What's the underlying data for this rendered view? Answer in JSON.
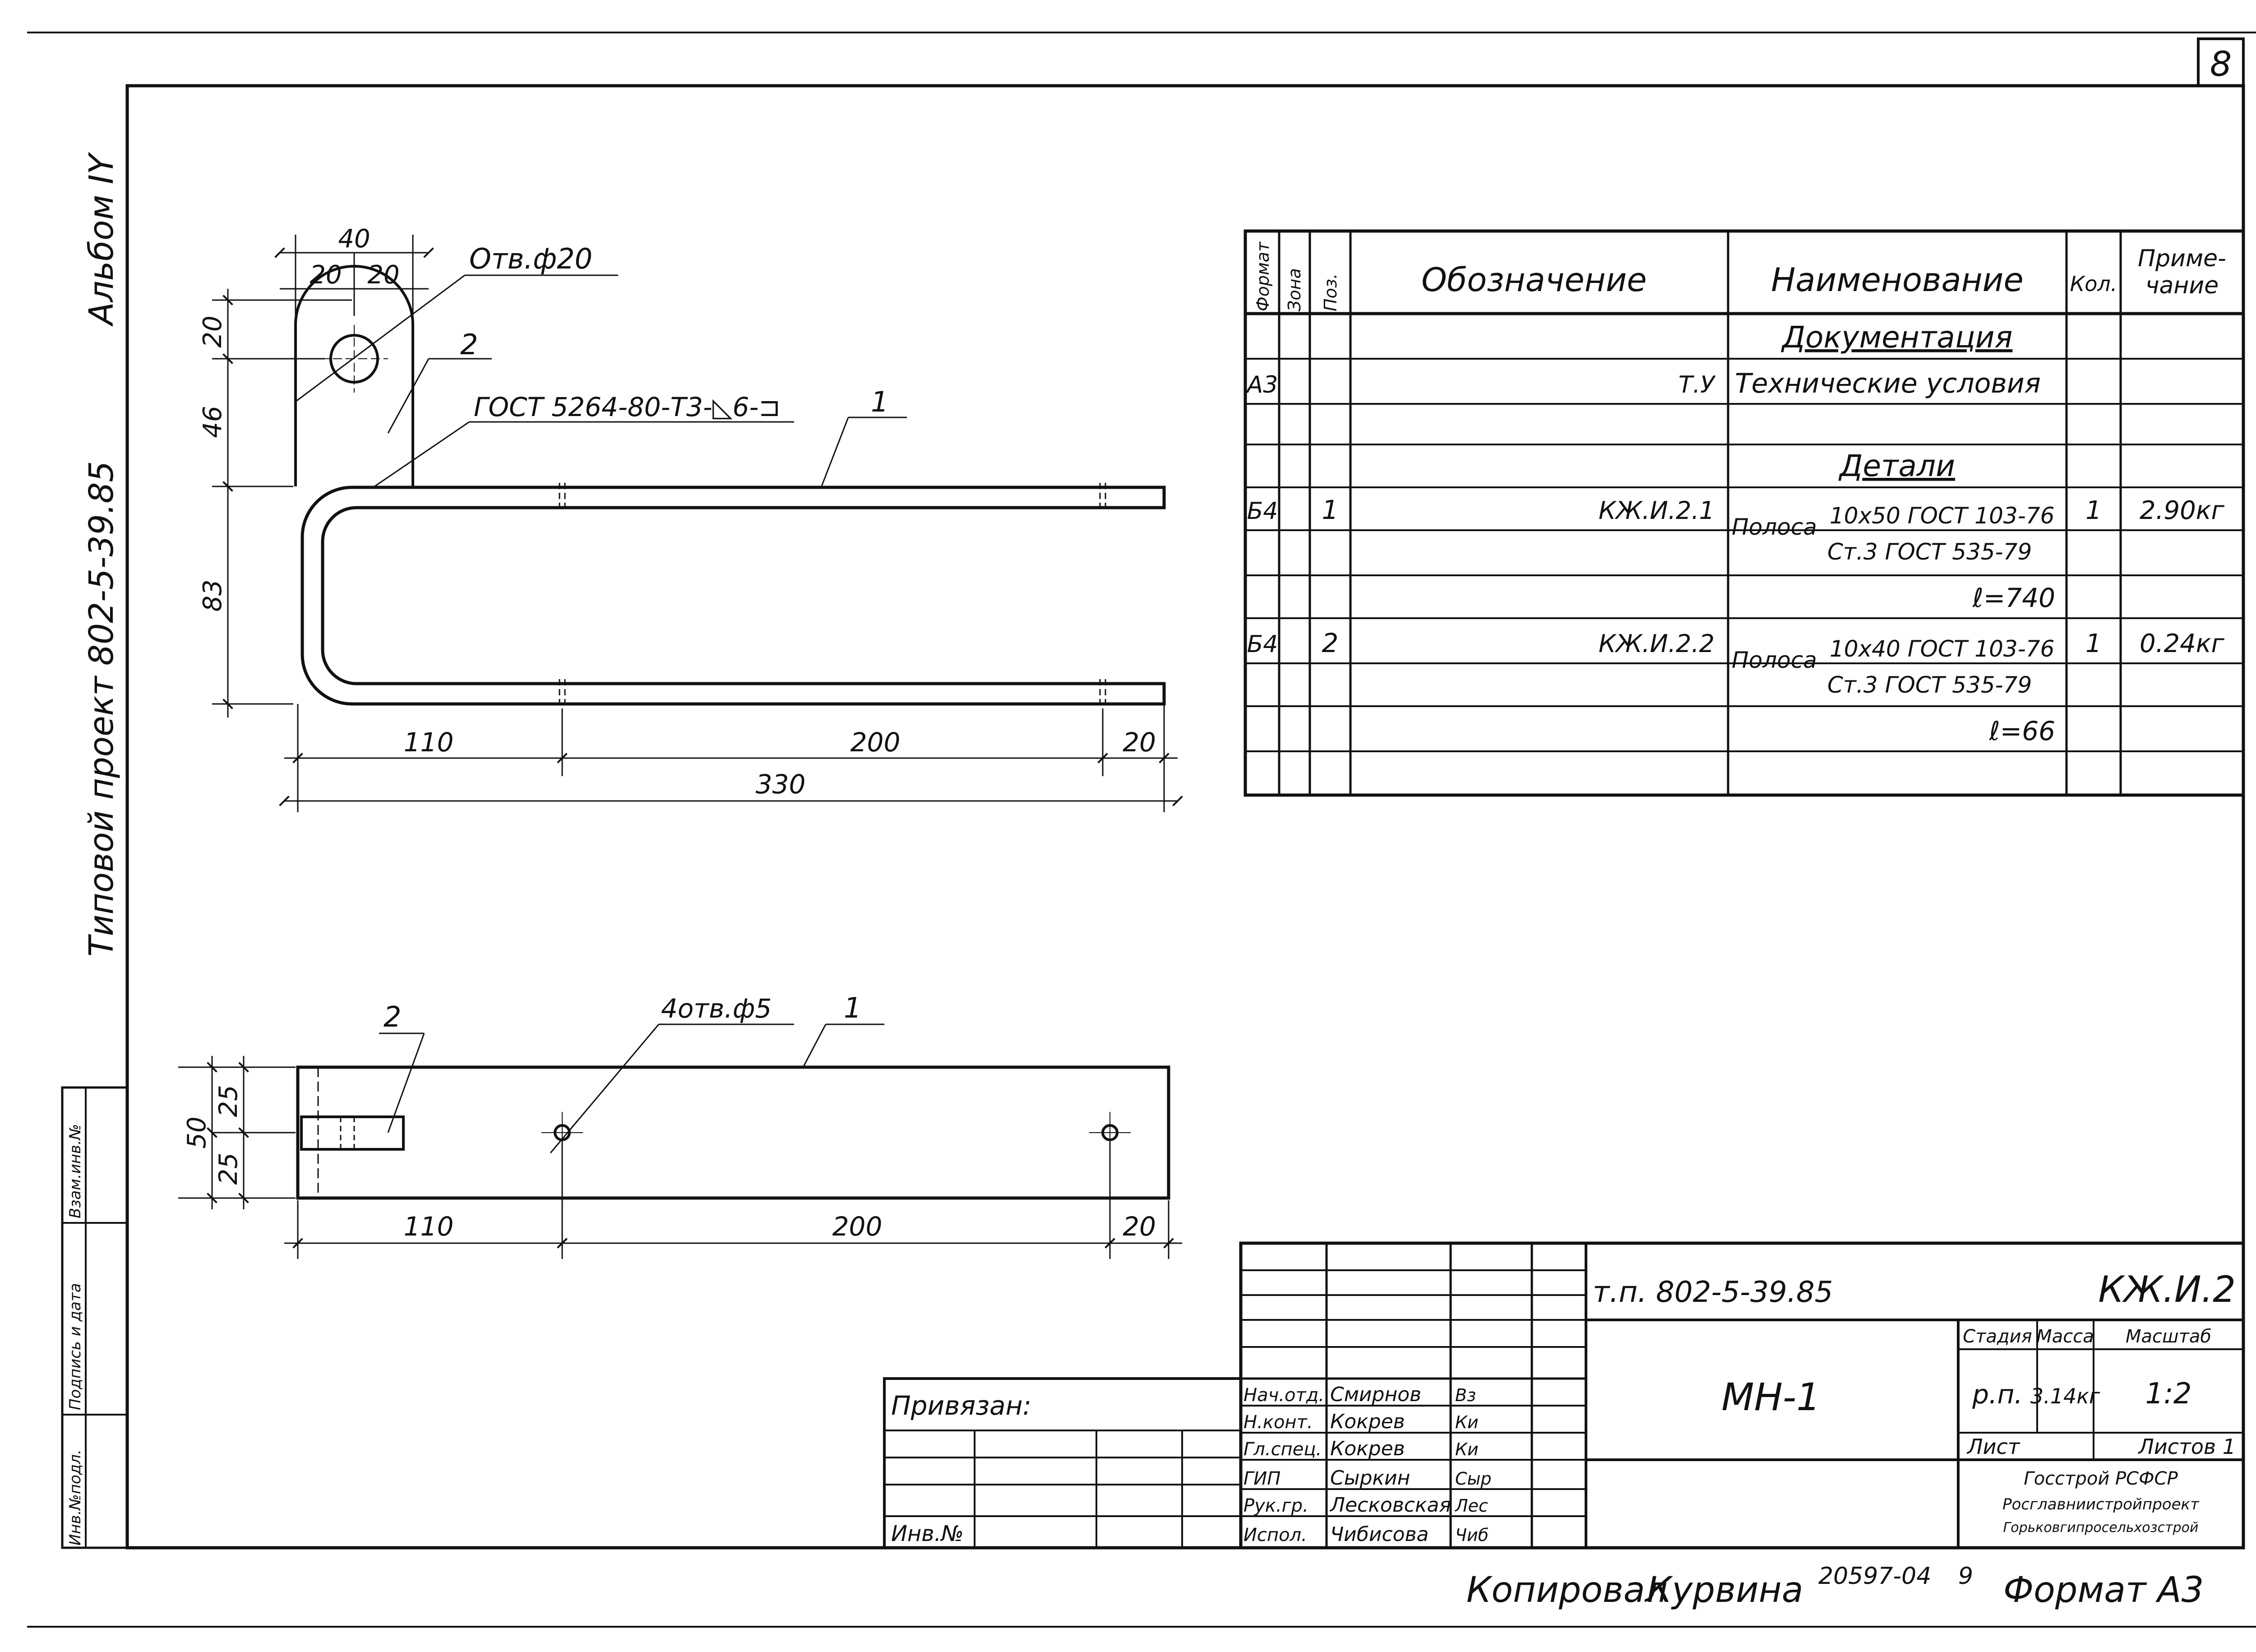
{
  "sheet_number": "8",
  "side_text": {
    "album": "Альбом IY",
    "project": "Типовой проект 802-5-39.85"
  },
  "left_strip": [
    "Инв.№подл.",
    "Подпись и дата",
    "Взам.инв.№"
  ],
  "drawing_top": {
    "dim_40": "40",
    "dim_20a": "20",
    "dim_20b": "20",
    "dim_20_vert": "20",
    "dim_46": "46",
    "dim_83": "83",
    "dim_110": "110",
    "dim_200": "200",
    "dim_20_right": "20",
    "dim_330": "330",
    "hole_note": "Отв.ф20",
    "pos_2": "2",
    "pos_1": "1",
    "weld_note": "ГОСТ 5264-80-Т3-◺6-⊐"
  },
  "drawing_bottom": {
    "pos_2": "2",
    "pos_1": "1",
    "holes_note": "4отв.ф5",
    "dim_50": "50",
    "dim_25a": "25",
    "dim_25b": "25",
    "dim_110": "110",
    "dim_200": "200",
    "dim_20": "20"
  },
  "spec_table": {
    "headers": {
      "format": "Формат",
      "zone": "Зона",
      "pos": "Поз.",
      "designation": "Обозначение",
      "name": "Наименование",
      "qty": "Кол.",
      "note_line1": "Приме-",
      "note_line2": "чание"
    },
    "section_docs": "Документация",
    "row_ty": {
      "format": "А3",
      "designation": "Т.У",
      "name": "Технические условия"
    },
    "section_parts": "Детали",
    "row1": {
      "format": "Б4",
      "pos": "1",
      "designation": "КЖ.И.2.1",
      "name_prefix": "Полоса",
      "name_top": "10х50 ГОСТ 103-76",
      "name_bottom": "Ст.3 ГОСТ 535-79",
      "qty": "1",
      "note": "2.90кг",
      "length": "ℓ=740"
    },
    "row2": {
      "format": "Б4",
      "pos": "2",
      "designation": "КЖ.И.2.2",
      "name_prefix": "Полоса",
      "name_top": "10х40 ГОСТ 103-76",
      "name_bottom": "Ст.3 ГОСТ 535-79",
      "qty": "1",
      "note": "0.24кг",
      "length": "ℓ=66"
    }
  },
  "title_block": {
    "project_code": "т.п. 802-5-39.85",
    "doc_code": "КЖ.И.2",
    "item_name": "МН-1",
    "stage_label": "Стадия",
    "mass_label": "Масса",
    "scale_label": "Масштаб",
    "stage": "р.п.",
    "mass": "3.14кг",
    "scale": "1:2",
    "sheet_label": "Лист",
    "sheets_label": "Листов 1",
    "org_line1": "Госстрой РСФСР",
    "org_line2": "Росглавниистройпроект",
    "org_line3": "Горьковгипросельхозстрой",
    "roles": [
      "Нач.отд.",
      "Н.конт.",
      "Гл.спец.",
      "ГИП",
      "Рук.гр.",
      "Испол."
    ],
    "names": [
      "Смирнов",
      "Кокрев",
      "Кокрев",
      "Сыркин",
      "Лесковская",
      "Чибисова"
    ],
    "signatures": [
      "Вз",
      "Ки",
      "Ки",
      "Сыр",
      "Лес",
      "Чиб"
    ],
    "privyazan": "Привязан:",
    "inv_no": "Инв.№"
  },
  "footer": {
    "copied": "Копировал",
    "copier": "Курвина",
    "order_no": "20597-04",
    "sheet": "9",
    "format": "Формат А3"
  }
}
